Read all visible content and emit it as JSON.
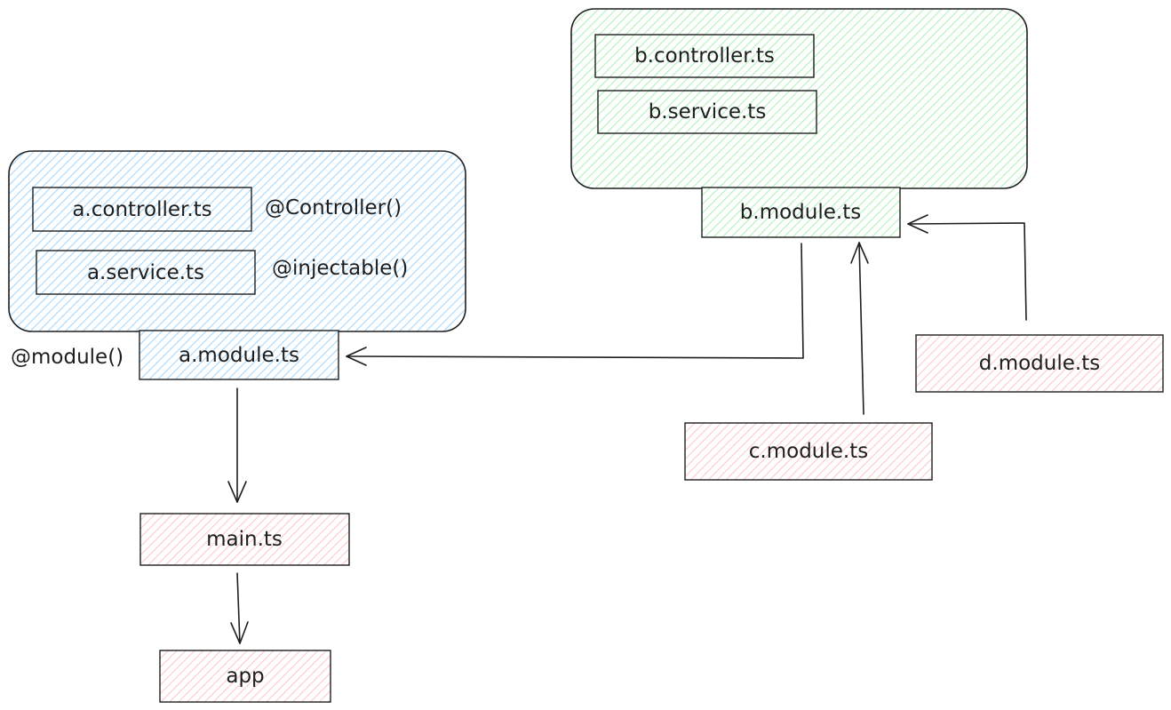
{
  "colors": {
    "stroke": "#1e1e1e",
    "text": "#1e1e1e",
    "blue_fill": "#a5d8ff",
    "green_fill": "#b2f2bb",
    "pink_fill": "#ffc9c9"
  },
  "nodes": {
    "a_controller": "a.controller.ts",
    "a_service": "a.service.ts",
    "a_module": "a.module.ts",
    "b_controller": "b.controller.ts",
    "b_service": "b.service.ts",
    "b_module": "b.module.ts",
    "c_module": "c.module.ts",
    "d_module": "d.module.ts",
    "main": "main.ts",
    "app": "app"
  },
  "annotations": {
    "controller_decorator": "@Controller()",
    "injectable_decorator": "@injectable()",
    "module_decorator": "@module()"
  },
  "edges": [
    {
      "from": "b_module",
      "to": "a_module"
    },
    {
      "from": "c_module",
      "to": "b_module"
    },
    {
      "from": "d_module",
      "to": "b_module"
    },
    {
      "from": "a_module",
      "to": "main"
    },
    {
      "from": "main",
      "to": "app"
    }
  ]
}
